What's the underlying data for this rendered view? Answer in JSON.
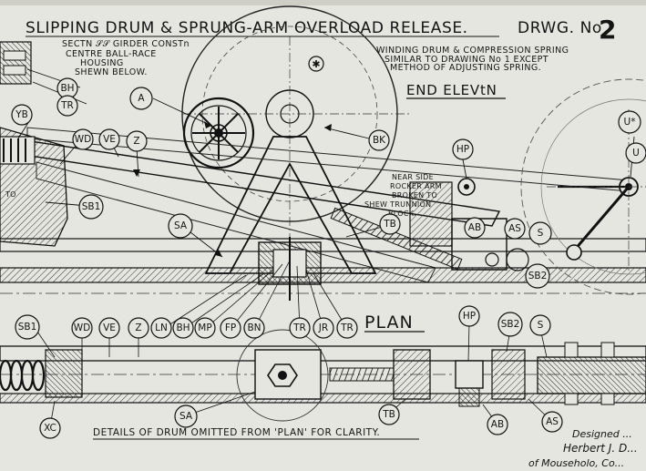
{
  "title": "SLIPPING DRUM & SPRUNG-ARM OVERLOAD RELEASE.",
  "drawing": {
    "label": "DRWG. No",
    "number": "2"
  },
  "notes": {
    "section_line1": "SECTN 𝒮𝒮 GIRDER CONSTn",
    "section_line2": "CENTRE BALL-RACE",
    "section_line3": "HOUSING",
    "section_line4": "SHEWN BELOW.",
    "winding_line1": "WINDING DRUM & COMPRESSION SPRING",
    "winding_line2": "SIMILAR TO DRAWING No 1 EXCEPT",
    "winding_line3": "METHOD OF ADJUSTING SPRING.",
    "rocker_line1": "NEAR SIDE",
    "rocker_line2": "ROCKER ARM",
    "rocker_line3": "BROKEN TO",
    "rocker_line4": "SHEW TRUNNION",
    "rocker_line5": "BLOCK.",
    "to_fragment": "TO",
    "drum_omitted": "DETAILS OF DRUM OMITTED FROM 'PLAN' FOR CLARITY."
  },
  "views": {
    "end_elevation": "END ELEVtN",
    "plan": "PLAN"
  },
  "signature": {
    "line1": "Designed ...",
    "line2": "Herbert J. D...",
    "line3": "of Mouseholo, Co..."
  },
  "labels": {
    "a": "A",
    "bh": "BH",
    "tr": "TR",
    "yb": "YB",
    "wd": "WD",
    "ve": "VE",
    "z": "Z",
    "bk": "BK",
    "sb1": "SB1",
    "sa": "SA",
    "tb": "TB",
    "hp": "HP",
    "ab": "AB",
    "as": "AS",
    "s": "S",
    "sb2": "SB2",
    "u": "U",
    "ustar": "U*",
    "p_sb1": "SB1",
    "p_wd": "WD",
    "p_ve": "VE",
    "p_z": "Z",
    "p_ln": "LN",
    "p_bh": "BH",
    "p_mp": "MP",
    "p_fp": "FP",
    "p_bn": "BN",
    "p_tr1": "TR",
    "p_jr": "JR",
    "p_tr2": "TR",
    "p_hp": "HP",
    "p_sb2": "SB2",
    "p_s": "S",
    "p_xc": "XC",
    "p_sa": "SA",
    "p_tb": "TB",
    "p_ab": "AB",
    "p_as": "AS"
  }
}
